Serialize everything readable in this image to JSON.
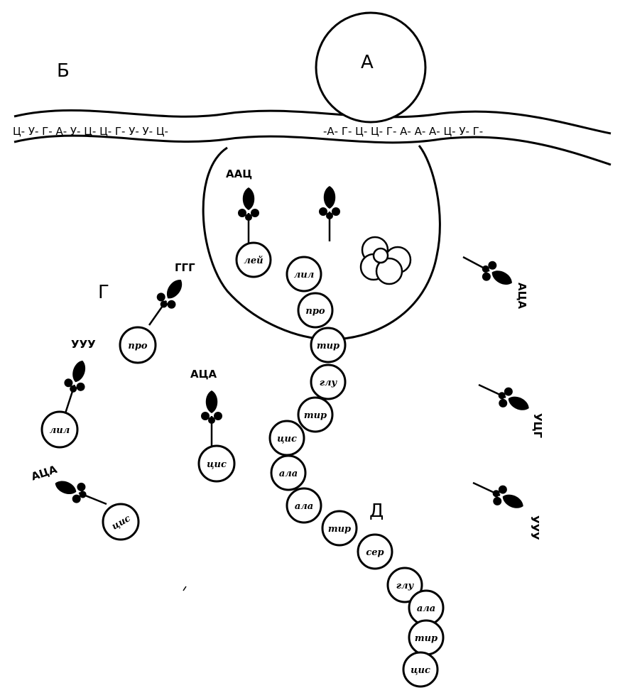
{
  "labels": {
    "ribosome": "А",
    "mrna": "Б",
    "free_trna": "Г",
    "polypeptide": "Д"
  },
  "mrna": {
    "left_sequence": "Ц- У- Г- А- У- Ц- Ц- Г- У- У- Ц-",
    "right_sequence": "-А- Г- Ц- Ц- Г- А- А- А- Ц- У- Г-"
  },
  "ribosome_trna": {
    "left_anticodon": "ААЦ",
    "left_amino_acid": "лей"
  },
  "chain": [
    "лил",
    "про",
    "тир",
    "глу",
    "тир",
    "цис",
    "ала",
    "ала",
    "тир",
    "сер",
    "глу",
    "ала",
    "тир",
    "цис"
  ],
  "free_trna": {
    "ggg_anticodon": "ГГГ",
    "ggg_amino_acid": "про",
    "uuu_anticodon": "УУУ",
    "uuu_amino_acid": "лил",
    "aca_center_anticodon": "АЦА",
    "aca_center_amino_acid": "цис",
    "aca_left_anticodon": "АЦА",
    "aca_left_amino_acid": "цис",
    "right_top_anticodon": "АЦА",
    "right_mid_anticodon": "УЦГ",
    "right_bottom_anticodon": "УУУ"
  },
  "colors": {
    "ink": "#000000",
    "paper": "#ffffff"
  }
}
